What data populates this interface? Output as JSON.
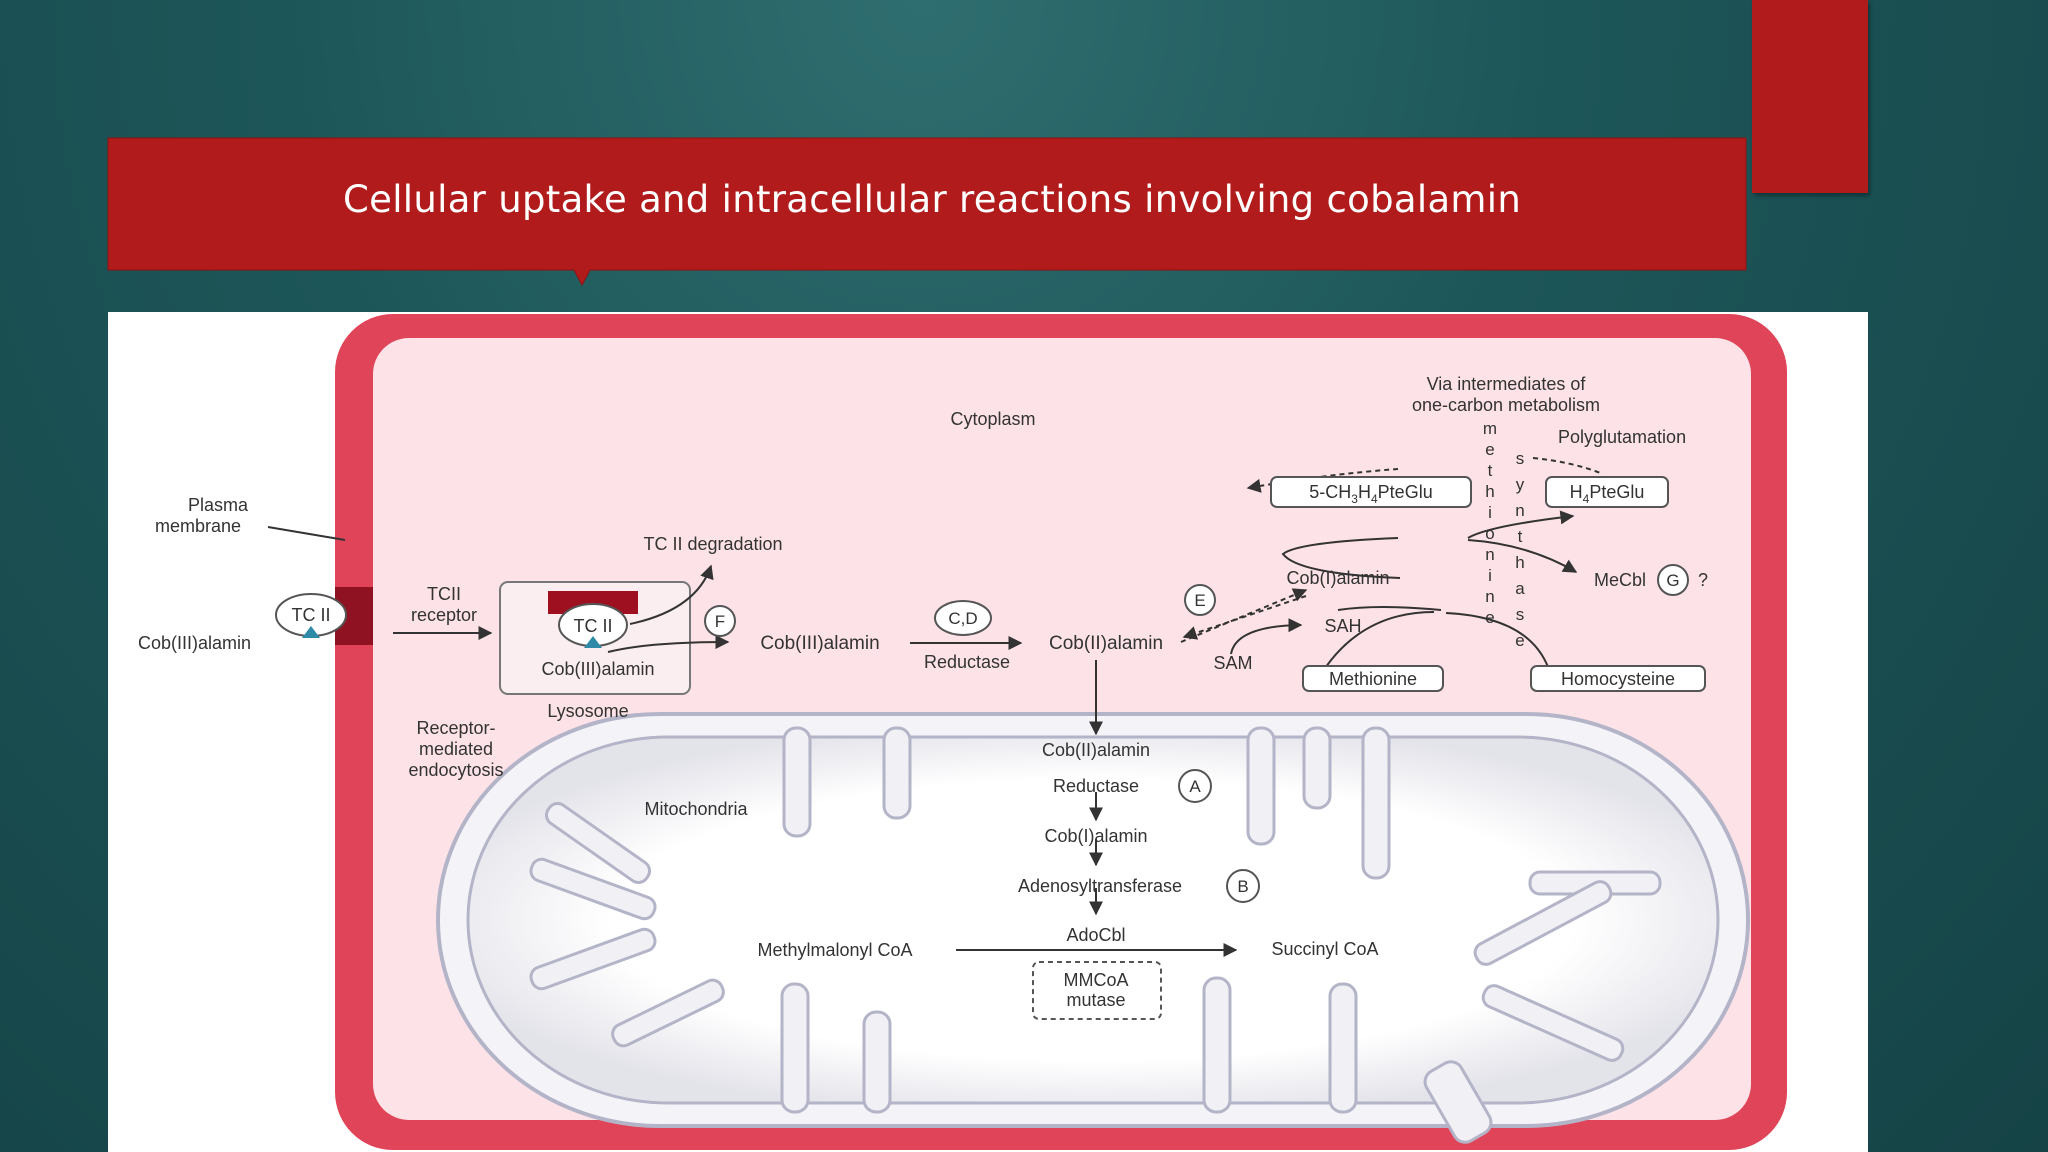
{
  "slide": {
    "title": "Cellular uptake and intracellular reactions involving cobalamin",
    "colors": {
      "banner": "#b21b1b",
      "cell_border": "#e04458",
      "cytoplasm": "#fde3e7",
      "background": "#1d5659"
    }
  },
  "diagram": {
    "outside": {
      "plasma_membrane": [
        "Plasma",
        "membrane"
      ],
      "tc2": "TC II",
      "cob3_outside": "Cob(III)alamin"
    },
    "endocytosis": {
      "tcii_receptor": [
        "TCII",
        "receptor"
      ],
      "receptor_mediated": [
        "Receptor-",
        "mediated",
        "endocytosis"
      ]
    },
    "lysosome": {
      "label": "Lysosome",
      "tc2": "TC II",
      "cob3": "Cob(III)alamin",
      "tc2_degradation": "TC II degradation",
      "marker_f": "F"
    },
    "cytoplasm": {
      "label": "Cytoplasm",
      "cob3": "Cob(III)alamin",
      "marker_cd": "C,D",
      "reductase": "Reductase",
      "cob2": "Cob(II)alamin",
      "marker_e": "E",
      "sam": "SAM",
      "sah": "SAH",
      "cob1": "Cob(I)alamin",
      "methionine": "Methionine",
      "homocysteine": "Homocysteine",
      "mecbl": "MeCbl",
      "marker_g": "G",
      "question": "?",
      "ch3_pteglu": {
        "base": "5-CH",
        "sub1": "3",
        "mid": "H",
        "sub2": "4",
        "end": "PteGlu"
      },
      "h4_pteglu": {
        "base": "H",
        "sub": "4",
        "end": "PteGlu"
      },
      "via_intermediates": [
        "Via intermediates of",
        "one-carbon metabolism"
      ],
      "polyglutamation": "Polyglutamation",
      "methionine_letters": [
        "m",
        "e",
        "t",
        "h",
        "i",
        "o",
        "n",
        "i",
        "n",
        "e"
      ],
      "synthase_letters": [
        "s",
        "y",
        "n",
        "t",
        "h",
        "a",
        "s",
        "e"
      ]
    },
    "mitochondria": {
      "label": "Mitochondria",
      "cob2": "Cob(II)alamin",
      "reductase": "Reductase",
      "marker_a": "A",
      "cob1": "Cob(I)alamin",
      "adenosyltransferase": "Adenosyltransferase",
      "marker_b": "B",
      "adocbl": "AdoCbl",
      "methylmalonyl": "Methylmalonyl CoA",
      "succinyl": "Succinyl CoA",
      "mmcoa": [
        "MMCoA",
        "mutase"
      ]
    }
  }
}
